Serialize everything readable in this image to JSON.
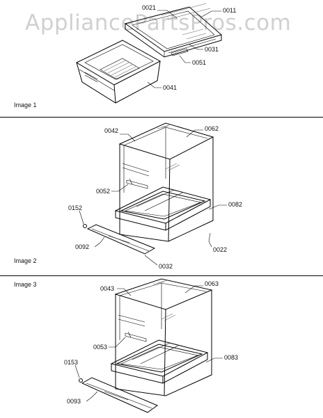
{
  "watermark": "AppliancePartsPros.com",
  "images": [
    {
      "caption": "Image 1",
      "parts": [
        "0021",
        "0011",
        "0031",
        "0051",
        "0041"
      ]
    },
    {
      "caption": "Image 2",
      "parts": [
        "0042",
        "0062",
        "0052",
        "0082",
        "0152",
        "0092",
        "0022",
        "0032"
      ]
    },
    {
      "caption": "Image 3",
      "parts": [
        "0043",
        "0063",
        "0053",
        "0083",
        "0153",
        "0093"
      ]
    }
  ]
}
